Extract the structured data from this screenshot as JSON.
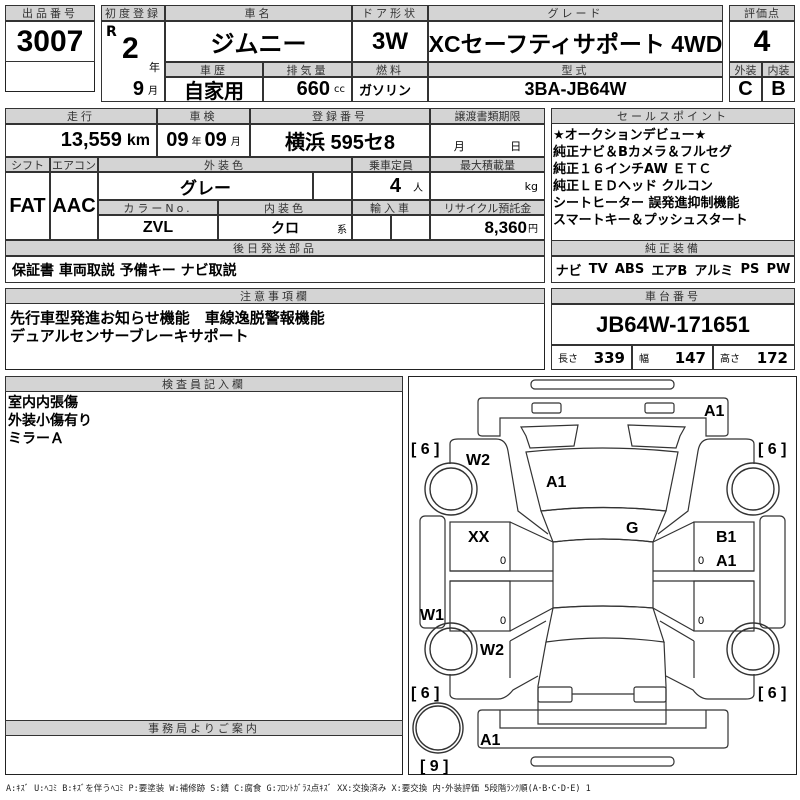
{
  "lot": {
    "label": "出品番号",
    "value": "3007"
  },
  "first_reg": {
    "label": "初度登録",
    "era": "R",
    "year": "2",
    "year_unit": "年",
    "month": "9",
    "month_unit": "月"
  },
  "car_name": {
    "label": "車名",
    "value": "ジムニー"
  },
  "doors": {
    "label": "ドア形状",
    "value": "3W"
  },
  "grade": {
    "label": "グレード",
    "value": "XCセーフティサポート 4WD"
  },
  "history": {
    "label": "車歴",
    "value": "自家用"
  },
  "displacement": {
    "label": "排気量",
    "value": "660",
    "unit": "cc"
  },
  "fuel": {
    "label": "燃料",
    "value": "ガソリン"
  },
  "model": {
    "label": "型式",
    "value": "3BA-JB64W"
  },
  "score": {
    "label": "評価点",
    "value": "4",
    "ext_label": "外装",
    "int_label": "内装",
    "ext": "C",
    "int": "B"
  },
  "mileage": {
    "label": "走行",
    "value": "13,559",
    "unit": "km"
  },
  "inspection": {
    "label": "車検",
    "year": "09",
    "year_unit": "年",
    "month": "09",
    "month_unit": "月"
  },
  "plate": {
    "label": "登録番号",
    "value": "横浜 595セ8"
  },
  "transfer": {
    "label": "譲渡書類期限",
    "month_unit": "月",
    "day_unit": "日"
  },
  "shift": {
    "label": "シフト",
    "value": "FAT"
  },
  "ac": {
    "label": "エアコン",
    "value": "AAC"
  },
  "ext_color": {
    "label": "外装色",
    "value": "グレー"
  },
  "capacity": {
    "label": "乗車定員",
    "value": "4",
    "unit": "人"
  },
  "max_load": {
    "label": "最大積載量",
    "unit": "kg"
  },
  "color_no": {
    "label": "カラーNo.",
    "value": "ZVL"
  },
  "int_color": {
    "label": "内装色",
    "value": "クロ",
    "unit": "系"
  },
  "import": {
    "label": "輸入車"
  },
  "recycle": {
    "label": "リサイクル預託金",
    "value": "8,360",
    "unit": "円"
  },
  "later_parts": {
    "label": "後日発送部品",
    "value": "保証書 車両取説 予備キー ナビ取説"
  },
  "sales_points": {
    "label": "セールスポイント",
    "lines": [
      "★オークションデビュー★",
      "純正ナビ＆Bカメラ＆フルセグ",
      "純正１６インチAW ＥＴＣ",
      "純正ＬＥＤヘッド クルコン",
      "シートヒーター 誤発進抑制機能",
      "スマートキー＆プッシュスタート"
    ]
  },
  "equipment": {
    "label": "純正装備",
    "items": [
      "ナビ",
      "TV",
      "ABS",
      "エアB",
      "アルミ",
      "PS",
      "PW"
    ]
  },
  "notes": {
    "label": "注意事項欄",
    "lines": [
      "先行車型発進お知らせ機能　車線逸脱警報機能",
      "デュアルセンサーブレーキサポート"
    ]
  },
  "chassis": {
    "label": "車台番号",
    "value": "JB64W-171651",
    "length_label": "長さ",
    "length": "339",
    "width_label": "幅",
    "width": "147",
    "height_label": "高さ",
    "height": "172"
  },
  "inspector": {
    "label": "検査員記入欄",
    "lines": [
      "室内内張傷",
      "外装小傷有り",
      "ミラーＡ"
    ]
  },
  "office": {
    "label": "事務局よりご案内"
  },
  "diagram": {
    "marks": {
      "front_bumper": "A1",
      "hood": "A1",
      "windshield": "G",
      "left_front_fender": "W2",
      "left_front_door": "XX",
      "left_step": "W1",
      "left_rear": "W2",
      "right_front_door_1": "B1",
      "right_front_door_2": "A1",
      "rear_bumper": "A1"
    },
    "tires": {
      "lf": "[ 6 ]",
      "rf": "[ 6 ]",
      "lr": "[ 6 ]",
      "rr": "[ 6 ]",
      "spare": "[ 9 ]"
    },
    "door_zero": "0"
  },
  "legend": "A:ｷｽﾞ U:ﾍｺﾐ B:ｷｽﾞを伴うﾍｺﾐ P:要塗装 W:補修跡 S:錆 C:腐食 G:ﾌﾛﾝﾄｶﾞﾗｽ点ｷｽﾞ XX:交換済み X:要交換 内･外装評価 5段階ﾗﾝｸ順(A･B･C･D･E) 1"
}
